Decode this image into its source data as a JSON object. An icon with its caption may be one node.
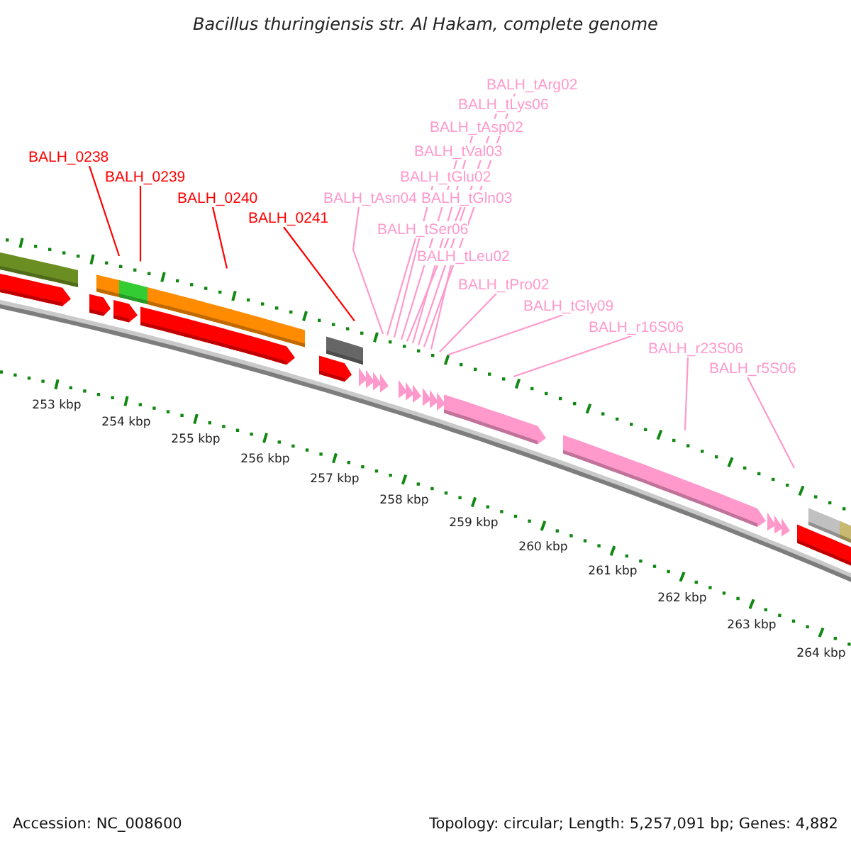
{
  "diagram": {
    "title": "Bacillus thuringiensis str. Al Hakam, complete genome",
    "nodes": [
      {
        "text": [
          "BALH_0238"
        ]
      },
      {
        "text": [
          "BALH_0239"
        ]
      },
      {
        "text": [
          "BALH_0240"
        ]
      },
      {
        "text": [
          "BALH_0241"
        ]
      },
      {
        "text": [
          "BALH_tArg02"
        ]
      },
      {
        "text": [
          "BALH_tLys06"
        ]
      },
      {
        "text": [
          "BALH_tAsp02"
        ]
      },
      {
        "text": [
          "BALH_tVal03"
        ]
      },
      {
        "text": [
          "BALH_tGlu02"
        ]
      },
      {
        "text": [
          "BALH_tAsn04"
        ]
      },
      {
        "text": [
          "BALH_tGln03"
        ]
      },
      {
        "text": [
          "BALH_tSer06"
        ]
      },
      {
        "text": [
          "BALH_tLeu02"
        ]
      },
      {
        "text": [
          "BALH_tPro02"
        ]
      },
      {
        "text": [
          "BALH_tGly09"
        ]
      },
      {
        "text": [
          "BALH_r16S06"
        ]
      },
      {
        "text": [
          "BALH_r23S06"
        ]
      },
      {
        "text": [
          "BALH_r5S06"
        ]
      }
    ],
    "edges": [
      {
        "from": 0,
        "to": null,
        "arrow": "none",
        "color": "#ff0000"
      },
      {
        "from": 1,
        "to": null,
        "arrow": "none",
        "color": "#ff0000"
      },
      {
        "from": 2,
        "to": null,
        "arrow": "none",
        "color": "#ff0000"
      },
      {
        "from": 3,
        "to": null,
        "arrow": "none",
        "color": "#ff0000"
      },
      {
        "from": 4,
        "to": null,
        "arrow": "none"
      },
      {
        "from": 5,
        "to": null,
        "arrow": "none"
      },
      {
        "from": 6,
        "to": null,
        "arrow": "none"
      },
      {
        "from": 7,
        "to": null,
        "arrow": "none"
      },
      {
        "from": 8,
        "to": null,
        "arrow": "none"
      },
      {
        "from": 9,
        "to": null,
        "arrow": "none"
      },
      {
        "from": 10,
        "to": null,
        "arrow": "none"
      },
      {
        "from": 11,
        "to": null,
        "arrow": "none"
      },
      {
        "from": 12,
        "to": null,
        "arrow": "none"
      },
      {
        "from": 13,
        "to": null,
        "arrow": "none"
      },
      {
        "from": 14,
        "to": null,
        "arrow": "none"
      },
      {
        "from": 15,
        "to": null,
        "arrow": "none"
      },
      {
        "from": 16,
        "to": null,
        "arrow": "none"
      },
      {
        "from": 17,
        "to": null,
        "arrow": "none"
      }
    ],
    "labels": [
      "253 kbp",
      "254 kbp",
      "255 kbp",
      "256 kbp",
      "257 kbp",
      "258 kbp",
      "259 kbp",
      "260 kbp",
      "261 kbp",
      "262 kbp",
      "263 kbp",
      "264 kbp",
      "Accession: NC_008600",
      "Topology: circular; Length: 5,257,091 bp; Genes: 4,882"
    ]
  }
}
